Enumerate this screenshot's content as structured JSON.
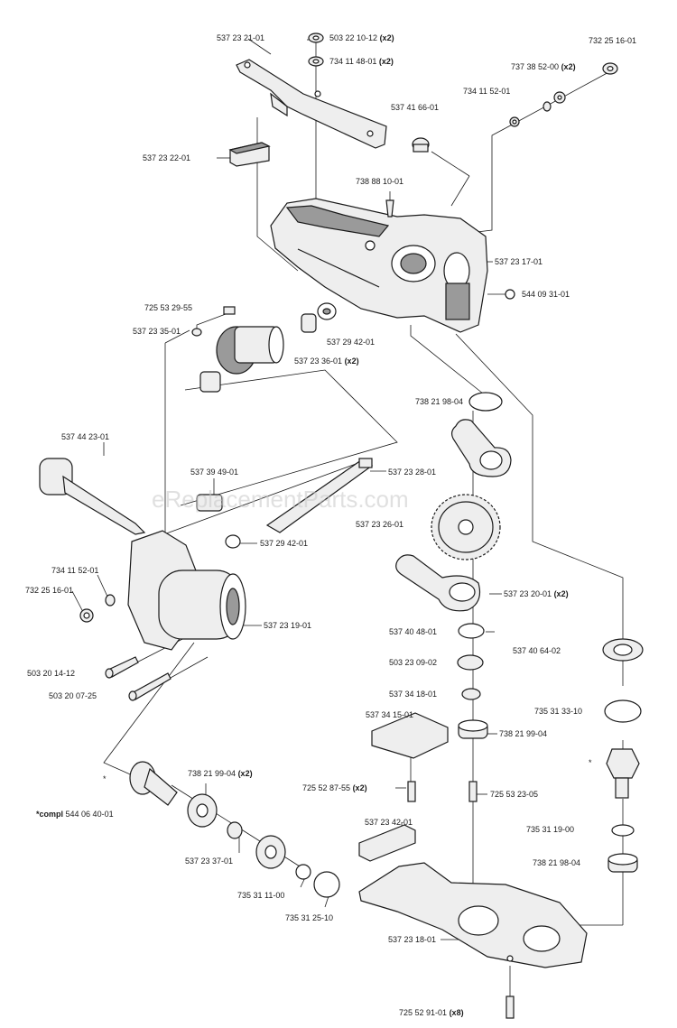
{
  "watermark": "eReplacementParts.com",
  "labels": {
    "p537_23_21_01": "537 23 21-01",
    "p503_22_10_12": "503 22 10-12",
    "p734_11_48_01": "734 11 48-01",
    "p732_25_16_01_top": "732 25 16-01",
    "p737_38_52_00": "737 38 52-00",
    "p734_11_52_01_top": "734 11 52-01",
    "p537_41_66_01": "537 41 66-01",
    "p537_23_22_01": "537 23 22-01",
    "p738_88_10_01": "738 88 10-01",
    "p537_23_17_01": "537 23 17-01",
    "p544_09_31_01": "544 09 31-01",
    "p725_53_29_55": "725 53 29-55",
    "p537_23_35_01": "537 23 35-01",
    "p537_29_42_01_top": "537 29 42-01",
    "p537_23_36_01": "537 23 36-01",
    "p738_21_98_04_top": "738 21 98-04",
    "p537_44_23_01": "537 44 23-01",
    "p537_39_49_01": "537 39 49-01",
    "p537_23_26_01": "537 23 26-01",
    "p537_23_28_01": "537 23 28-01",
    "p537_29_42_01_mid": "537 29 42-01",
    "p734_11_52_01_left": "734 11 52-01",
    "p732_25_16_01_left": "732 25 16-01",
    "p537_23_20_01": "537 23 20-01",
    "p537_23_19_01": "537 23 19-01",
    "p537_40_48_01": "537 40 48-01",
    "p537_40_64_02": "537 40 64-02",
    "p503_20_14_12": "503 20 14-12",
    "p503_23_09_02": "503 23 09-02",
    "p503_20_07_25": "503 20 07-25",
    "p537_34_18_01": "537 34 18-01",
    "p735_31_33_10": "735 31 33-10",
    "p537_34_15_01": "537 34 15-01",
    "p738_21_99_04": "738 21 99-04",
    "p738_21_99_04_x2": "738 21 99-04",
    "star_left": "*",
    "star_right": "*",
    "compl_prefix": "*compl",
    "compl_num": "544 06 40-01",
    "p725_52_87_55": "725 52 87-55",
    "p725_53_23_05": "725 53 23-05",
    "p537_23_42_01": "537 23 42-01",
    "p735_31_19_00": "735 31 19-00",
    "p537_23_37_01": "537 23 37-01",
    "p738_21_98_04_bot": "738 21 98-04",
    "p735_31_11_00": "735 31 11-00",
    "p735_31_25_10": "735 31 25-10",
    "p537_23_18_01": "537 23 18-01",
    "p725_52_91_01": "725 52 91-01"
  },
  "qty": {
    "x2": "(x2)",
    "x8": "(x8)"
  }
}
